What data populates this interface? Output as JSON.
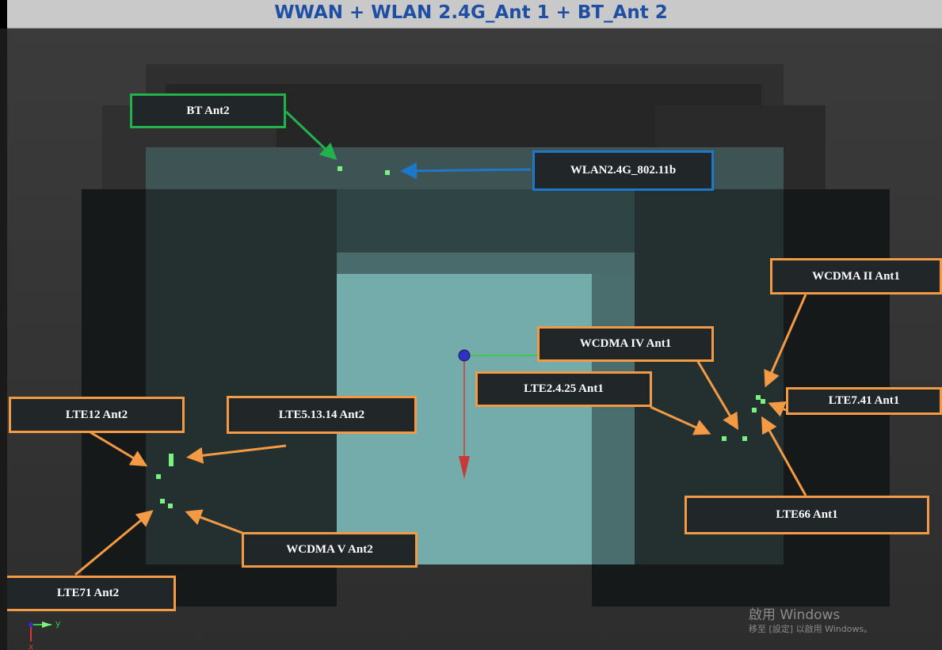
{
  "title": "WWAN + WLAN 2.4G_Ant 1 + BT_Ant 2",
  "labels": {
    "bt_ant2": "BT Ant2",
    "wlan": "WLAN2.4G_802.11b",
    "wcdma_ii_ant1": "WCDMA II Ant1",
    "wcdma_iv_ant1": "WCDMA IV Ant1",
    "lte2_4_25_ant1": "LTE2.4.25 Ant1",
    "lte7_41_ant1": "LTE7.41 Ant1",
    "lte66_ant1": "LTE66 Ant1",
    "lte12_ant2": "LTE12 Ant2",
    "lte5_13_14_ant2": "LTE5.13.14 Ant2",
    "wcdma_v_ant2": "WCDMA V Ant2",
    "lte71_ant2": "LTE71 Ant2"
  },
  "axis_indicator": {
    "y_label": "y",
    "x_label": "x"
  },
  "watermark": {
    "line1": "啟用 Windows",
    "line2": "移至 [設定] 以啟用 Windows。"
  },
  "colors": {
    "title_text": "#1f4fa3",
    "label_border": "#f59a44",
    "bt_border": "#22b24c",
    "wlan_border": "#1e78c8",
    "marker": "#7cf27e"
  }
}
